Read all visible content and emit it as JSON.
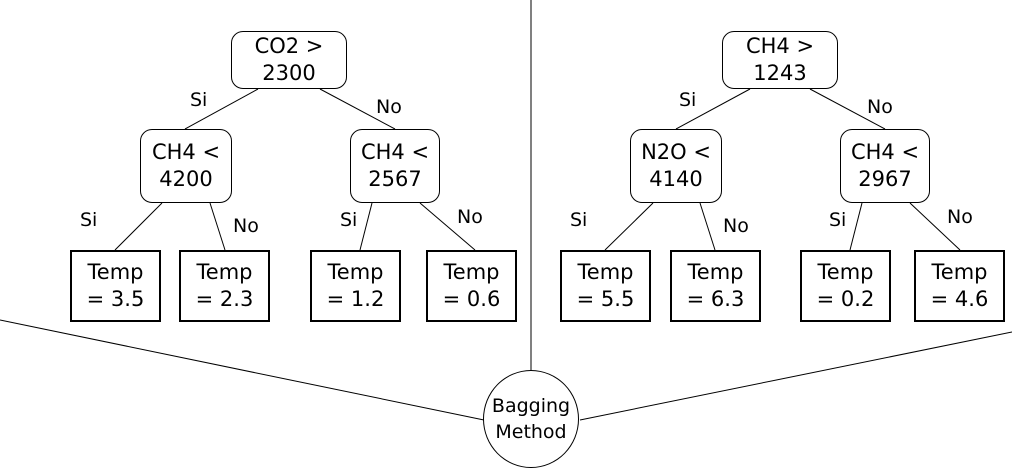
{
  "trees": [
    {
      "root": {
        "condition_line1": "CO2 >",
        "condition_line2": "2300"
      },
      "branches": [
        {
          "yes_label": "Si",
          "no_label": "No",
          "node": {
            "condition_line1": "CH4 <",
            "condition_line2": "4200"
          },
          "children": [
            {
              "branch": "Si",
              "leaf_line1": "Temp",
              "leaf_line2": "= 3.5"
            },
            {
              "branch": "No",
              "leaf_line1": "Temp",
              "leaf_line2": "= 2.3"
            }
          ]
        },
        {
          "node": {
            "condition_line1": "CH4 <",
            "condition_line2": "2567"
          },
          "children": [
            {
              "branch": "Si",
              "leaf_line1": "Temp",
              "leaf_line2": "= 1.2"
            },
            {
              "branch": "No",
              "leaf_line1": "Temp",
              "leaf_line2": "= 0.6"
            }
          ]
        }
      ]
    },
    {
      "root": {
        "condition_line1": "CH4 >",
        "condition_line2": "1243"
      },
      "branches": [
        {
          "yes_label": "Si",
          "no_label": "No",
          "node": {
            "condition_line1": "N2O <",
            "condition_line2": "4140"
          },
          "children": [
            {
              "branch": "Si",
              "leaf_line1": "Temp",
              "leaf_line2": "= 5.5"
            },
            {
              "branch": "No",
              "leaf_line1": "Temp",
              "leaf_line2": "= 6.3"
            }
          ]
        },
        {
          "node": {
            "condition_line1": "CH4 <",
            "condition_line2": "2967"
          },
          "children": [
            {
              "branch": "Si",
              "leaf_line1": "Temp",
              "leaf_line2": "= 0.2"
            },
            {
              "branch": "No",
              "leaf_line1": "Temp",
              "leaf_line2": "= 4.6"
            }
          ]
        }
      ]
    }
  ],
  "aggregator": {
    "line1": "Bagging",
    "line2": "Method"
  },
  "colors": {
    "stroke": "#000000",
    "background": "#ffffff",
    "text": "#000000"
  }
}
